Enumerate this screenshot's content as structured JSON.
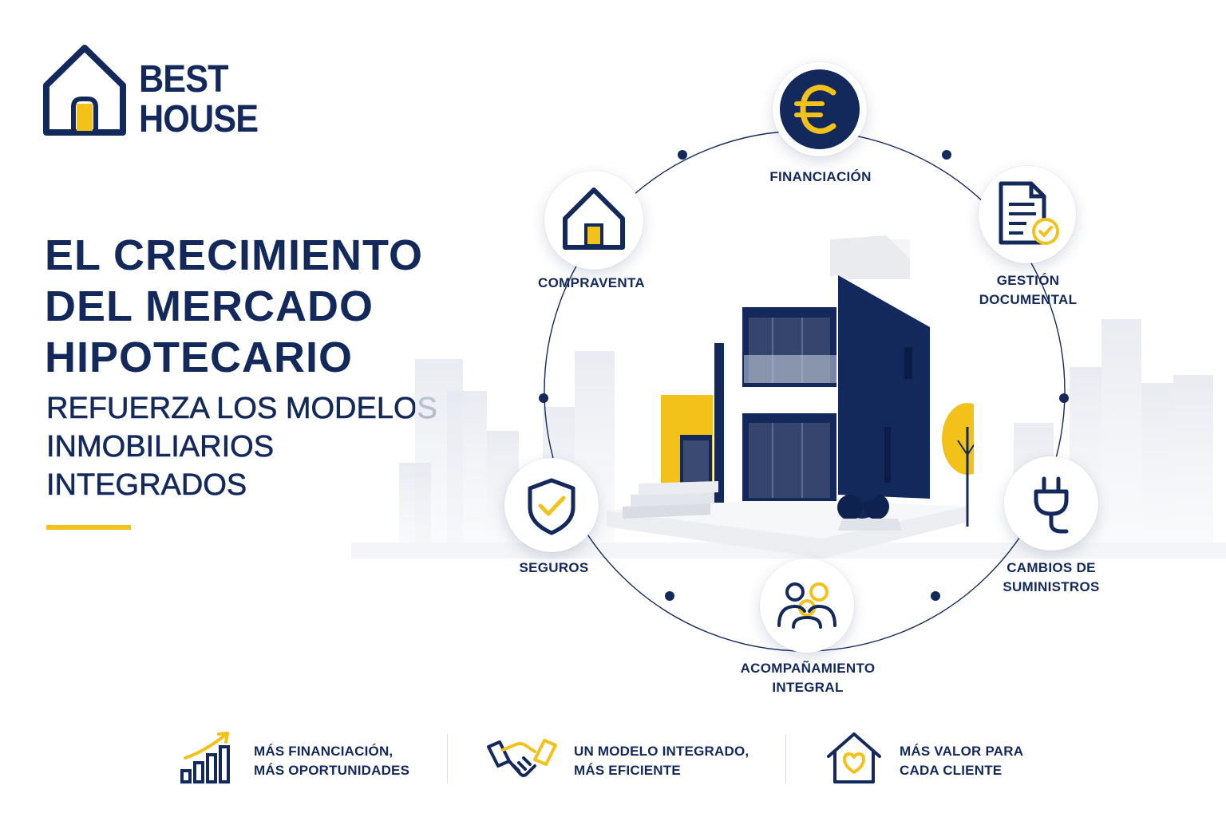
{
  "brand": {
    "line1": "BEST",
    "line2": "HOUSE"
  },
  "headline": {
    "lines": [
      "EL CRECIMIENTO",
      "DEL MERCADO",
      "HIPOTECARIO"
    ],
    "sublines": [
      "REFUERZA LOS MODELOS",
      "INMOBILIARIOS",
      "INTEGRADOS"
    ]
  },
  "services": [
    {
      "id": "financiacion",
      "label_lines": [
        "FINANCIACIÓN"
      ],
      "icon": "euro-icon"
    },
    {
      "id": "compraventa",
      "label_lines": [
        "COMPRAVENTA"
      ],
      "icon": "house-icon"
    },
    {
      "id": "gestion",
      "label_lines": [
        "GESTIÓN",
        "DOCUMENTAL"
      ],
      "icon": "document-check-icon"
    },
    {
      "id": "seguros",
      "label_lines": [
        "SEGUROS"
      ],
      "icon": "shield-check-icon"
    },
    {
      "id": "suministros",
      "label_lines": [
        "CAMBIOS DE",
        "SUMINISTROS"
      ],
      "icon": "plug-icon"
    },
    {
      "id": "acompanamiento",
      "label_lines": [
        "ACOMPAÑAMIENTO",
        "INTEGRAL"
      ],
      "icon": "people-icon"
    }
  ],
  "features": [
    {
      "lines": [
        "MÁS FINANCIACIÓN,",
        "MÁS OPORTUNIDADES"
      ],
      "icon": "growth-chart-icon"
    },
    {
      "lines": [
        "UN MODELO INTEGRADO,",
        "MÁS EFICIENTE"
      ],
      "icon": "handshake-icon"
    },
    {
      "lines": [
        "MÁS VALOR PARA",
        "CADA CLIENTE"
      ],
      "icon": "house-heart-icon"
    }
  ],
  "colors": {
    "navy": "#13295b",
    "yellow": "#f2c21b",
    "white": "#ffffff",
    "light_gray": "#e3e6ee"
  }
}
